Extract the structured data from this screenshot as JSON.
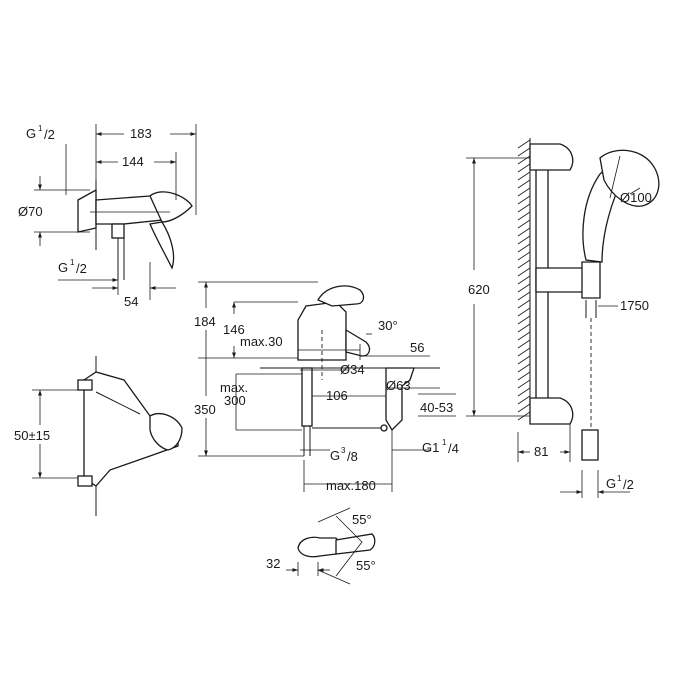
{
  "wall_mixer": {
    "thread_top": {
      "main": "G",
      "sup": "1",
      "sub": "/2"
    },
    "width_183": "183",
    "width_144": "144",
    "diameter_70": "Ø70",
    "thread_bottom": {
      "main": "G",
      "sup": "1",
      "sub": "/2"
    },
    "offset_54": "54",
    "centers": "50±15"
  },
  "basin_mixer": {
    "h184": "184",
    "h146": "146",
    "max30": "max.30",
    "angle30": "30°",
    "d56": "56",
    "d34": "Ø34",
    "d63": "Ø63",
    "d106": "106",
    "h350": "350",
    "max300_a": "max.",
    "max300_b": "300",
    "range": "40-53",
    "thread_g38": {
      "main": "G",
      "sup": "3",
      "sub": "/8"
    },
    "thread_g114": {
      "main": "G1",
      "sup": "1",
      "sub": "/4"
    },
    "max180": "max.180",
    "lever32": "32",
    "angle55_top": "55°",
    "angle55_bottom": "55°"
  },
  "shower_set": {
    "rail620": "620",
    "head100": "Ø100",
    "hose1750": "1750",
    "offset81": "81",
    "thread": {
      "main": "G",
      "sup": "1",
      "sub": "/2"
    }
  }
}
